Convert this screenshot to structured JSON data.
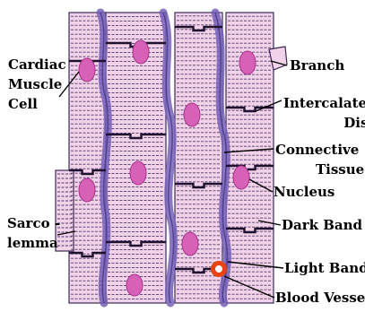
{
  "labels": {
    "cardiac_muscle_cell": [
      "Cardiac",
      "Muscle",
      "Cell"
    ],
    "sarcolemma": [
      "Sarco -",
      "lemma"
    ],
    "branch": "Branch",
    "intercalated_disc": [
      "Intercalated",
      "Disc"
    ],
    "connective_tissue": [
      "Connective",
      "Tissue"
    ],
    "nucleus": "Nucleus",
    "dark_band": "Dark Band",
    "light_band": "Light Band",
    "blood_vessel": "Blood Vessel"
  },
  "colors": {
    "cell_fill": "#f2d2e8",
    "striation": "#4d3a6a",
    "disc": "#1e1230",
    "nucleus": "#d861b8",
    "connective_tissue": "#7660b8",
    "blood_vessel": "#e8430e",
    "label_text": "#000000"
  },
  "icons": [
    "cardiac-muscle-tissue-illustration"
  ]
}
